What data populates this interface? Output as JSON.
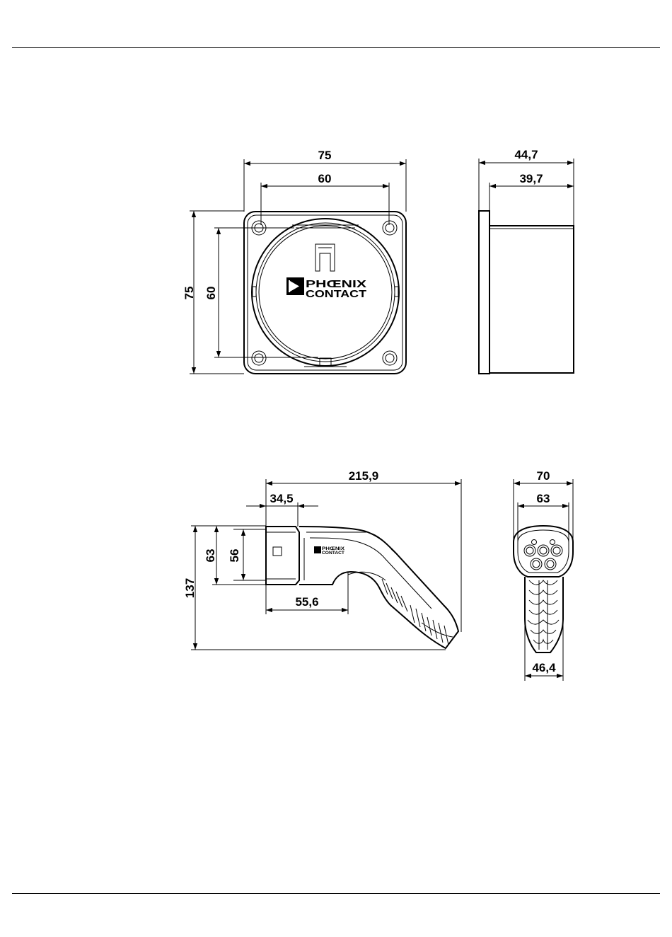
{
  "socket_front": {
    "width_outer": "75",
    "width_inner": "60",
    "height_outer": "75",
    "height_inner": "60"
  },
  "socket_side": {
    "depth_total": "44,7",
    "depth_body": "39,7"
  },
  "plug_side": {
    "length": "215,9",
    "front_depth": "34,5",
    "height_total": "137",
    "head_outer": "63",
    "head_inner": "56",
    "grip_offset": "55,6"
  },
  "plug_front": {
    "width_outer": "70",
    "width_inner": "63",
    "cable_width": "46,4"
  },
  "logo": {
    "line1": "PHŒNIX",
    "line2": "CONTACT",
    "small_line1": "PHŒNIX",
    "small_line2": "CONTACT"
  }
}
